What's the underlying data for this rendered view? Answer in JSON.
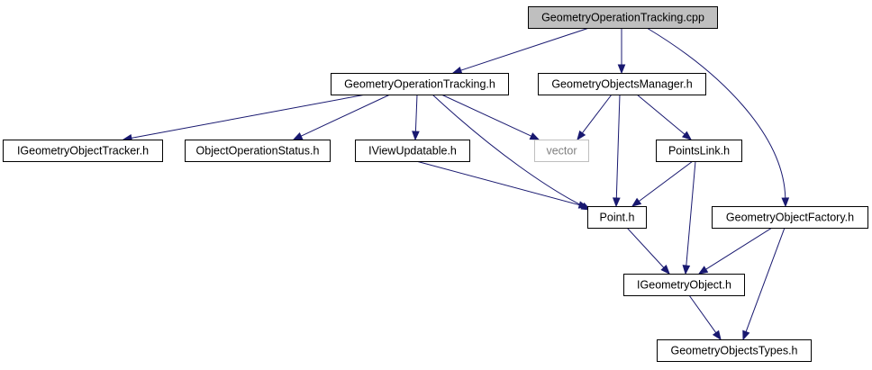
{
  "colors": {
    "edge": "#191970",
    "root_fill": "#bfbfbf",
    "external_border": "#bfbfbf",
    "external_text": "#7f7f7f"
  },
  "nodes": {
    "root": "GeometryOperationTracking.cpp",
    "tracking_h": "GeometryOperationTracking.h",
    "objects_manager_h": "GeometryObjectsManager.h",
    "tracker_h": "IGeometryObjectTracker.h",
    "status_h": "ObjectOperationStatus.h",
    "updatable_h": "IViewUpdatable.h",
    "vector": "vector",
    "points_link_h": "PointsLink.h",
    "factory_h": "GeometryObjectFactory.h",
    "point_h": "Point.h",
    "object_h": "IGeometryObject.h",
    "types_h": "GeometryObjectsTypes.h"
  },
  "edges": [
    [
      "root",
      "tracking_h"
    ],
    [
      "root",
      "objects_manager_h"
    ],
    [
      "root",
      "factory_h"
    ],
    [
      "tracking_h",
      "tracker_h"
    ],
    [
      "tracking_h",
      "status_h"
    ],
    [
      "tracking_h",
      "updatable_h"
    ],
    [
      "tracking_h",
      "vector"
    ],
    [
      "tracking_h",
      "point_h"
    ],
    [
      "objects_manager_h",
      "vector"
    ],
    [
      "objects_manager_h",
      "point_h"
    ],
    [
      "objects_manager_h",
      "points_link_h"
    ],
    [
      "updatable_h",
      "point_h"
    ],
    [
      "points_link_h",
      "point_h"
    ],
    [
      "points_link_h",
      "object_h"
    ],
    [
      "point_h",
      "object_h"
    ],
    [
      "factory_h",
      "object_h"
    ],
    [
      "factory_h",
      "types_h"
    ],
    [
      "object_h",
      "types_h"
    ]
  ]
}
